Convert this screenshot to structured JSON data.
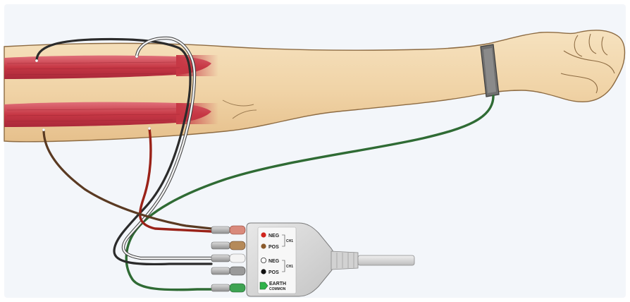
{
  "connector": {
    "labels": {
      "ch1_neg": "NEG",
      "ch1_pos": "POS",
      "ch1_tag": "CH1",
      "ch2_neg": "NEG",
      "ch2_pos": "POS",
      "ch2_tag": "CH1",
      "earth": "EARTH",
      "earth_sub": "COMMON"
    },
    "colors": {
      "red": "#d0241c",
      "brown": "#8a5a2b",
      "white": "#ffffff",
      "black": "#111111",
      "green": "#2fb24a"
    }
  },
  "leads": {
    "black": "#2b2b2b",
    "white": "#f2f2f2",
    "red": "#9a2218",
    "brown": "#5a3a22",
    "green": "#2f6b34"
  },
  "colors": {
    "background": "#f3f6fa",
    "skin": "#f1d7ad",
    "skin_outline": "#8d6b42",
    "muscle": "#c9404a",
    "strap": "#6f6f6f"
  }
}
